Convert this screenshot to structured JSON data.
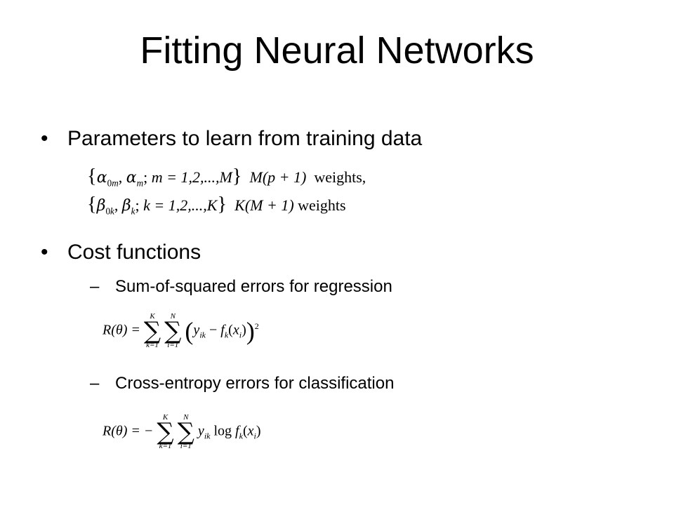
{
  "title": "Fitting Neural Networks",
  "bullets": {
    "b1": "Parameters to learn from training data",
    "b2": "Cost functions"
  },
  "subs": {
    "s1": "Sum-of-squared errors for regression",
    "s2": "Cross-entropy errors for classification"
  },
  "glyphs": {
    "bullet": "•",
    "dash": "–"
  },
  "equations": {
    "weights_alpha": {
      "set": "m = 1,2,...,M",
      "count": "M(p + 1)",
      "label": "weights,"
    },
    "weights_beta": {
      "set": "k = 1,2,...,K",
      "count": "K(M + 1)",
      "label": "weights"
    },
    "sse": {
      "lhs": "R(θ) =",
      "upper_k": "K",
      "lower_k": "k=1",
      "upper_i": "N",
      "lower_i": "i=1",
      "square": "2"
    },
    "xent": {
      "lhs": "R(θ) = −",
      "upper_k": "K",
      "lower_k": "k=1",
      "upper_i": "N",
      "lower_i": "i=1",
      "log": "log"
    }
  }
}
